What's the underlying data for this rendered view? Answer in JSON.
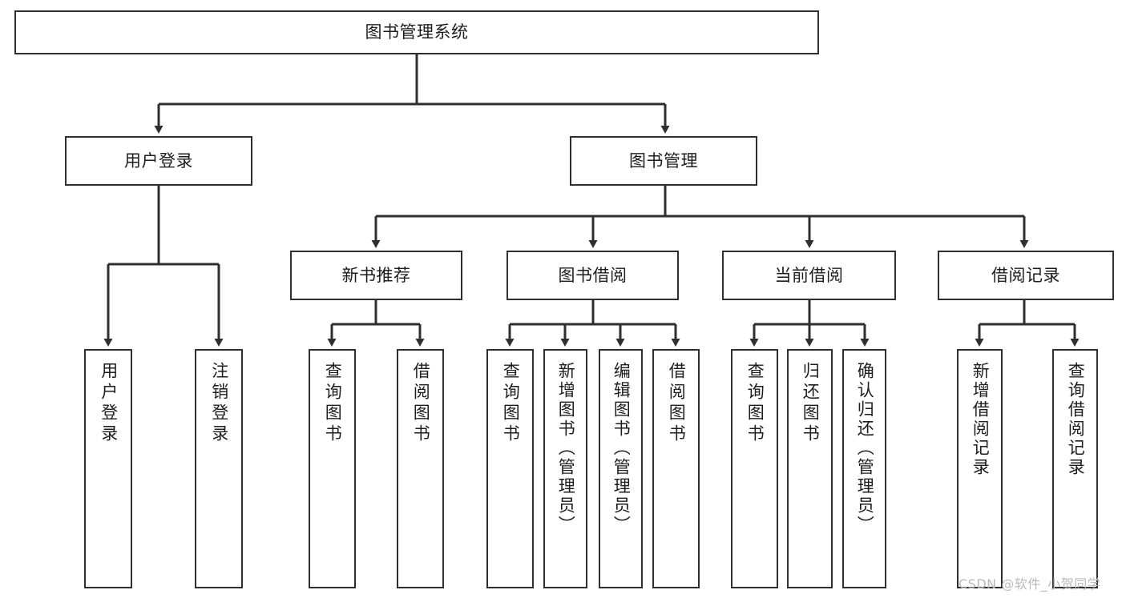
{
  "diagram": {
    "title": "图书管理系统",
    "type": "functional-structure-tree",
    "colors": {
      "box_border": "#2f2f2f",
      "box_fill": "#ffffff",
      "edge": "#2f2f2f",
      "text": "#1d1d1d",
      "watermark": "#b9b9b9",
      "background": "#ffffff"
    },
    "root": {
      "label": "图书管理系统"
    },
    "level1": [
      {
        "label": "用户登录"
      },
      {
        "label": "图书管理"
      }
    ],
    "level2": [
      {
        "label": "新书推荐"
      },
      {
        "label": "图书借阅"
      },
      {
        "label": "当前借阅"
      },
      {
        "label": "借阅记录"
      }
    ],
    "leaves": {
      "user_login": [
        {
          "label": "用户登录"
        },
        {
          "label": "注销登录"
        }
      ],
      "new_book_recommend": [
        {
          "label": "查询图书"
        },
        {
          "label": "借阅图书"
        }
      ],
      "book_borrow": [
        {
          "label": "查询图书"
        },
        {
          "label": "新增图书（管理员）"
        },
        {
          "label": "编辑图书（管理员）"
        },
        {
          "label": "借阅图书"
        }
      ],
      "current_borrow": [
        {
          "label": "查询图书"
        },
        {
          "label": "归还图书"
        },
        {
          "label": "确认归还（管理员）"
        }
      ],
      "borrow_record": [
        {
          "label": "新增借阅记录"
        },
        {
          "label": "查询借阅记录"
        }
      ]
    }
  },
  "watermark": {
    "text": "CSDN @软件_小贺同学"
  }
}
